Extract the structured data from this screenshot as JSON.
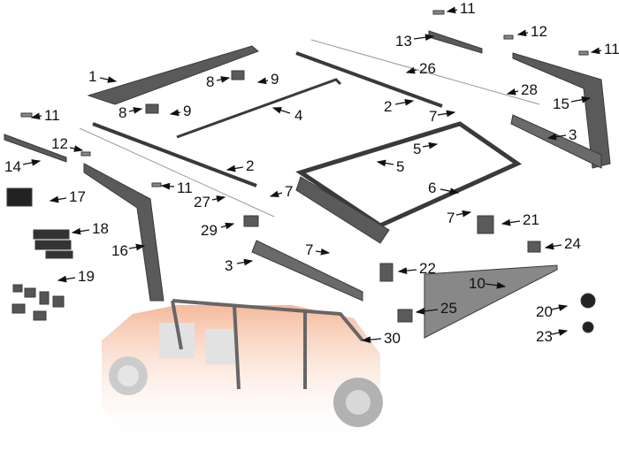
{
  "diagram": {
    "type": "exploded parts diagram",
    "colors": {
      "part": "#5a5a5a",
      "part_dark": "#3a3a3a",
      "part_light": "#8a8a8a",
      "vehicle": "#f2a27a",
      "label": "#111111"
    },
    "callouts": [
      "11",
      "13",
      "12",
      "11",
      "1",
      "8",
      "9",
      "26",
      "28",
      "15",
      "11",
      "8",
      "9",
      "4",
      "2",
      "7",
      "3",
      "5",
      "12",
      "14",
      "5",
      "2",
      "11",
      "6",
      "7",
      "27",
      "17",
      "7",
      "21",
      "29",
      "18",
      "16",
      "7",
      "24",
      "3",
      "22",
      "19",
      "10",
      "25",
      "20",
      "23",
      "30"
    ]
  }
}
